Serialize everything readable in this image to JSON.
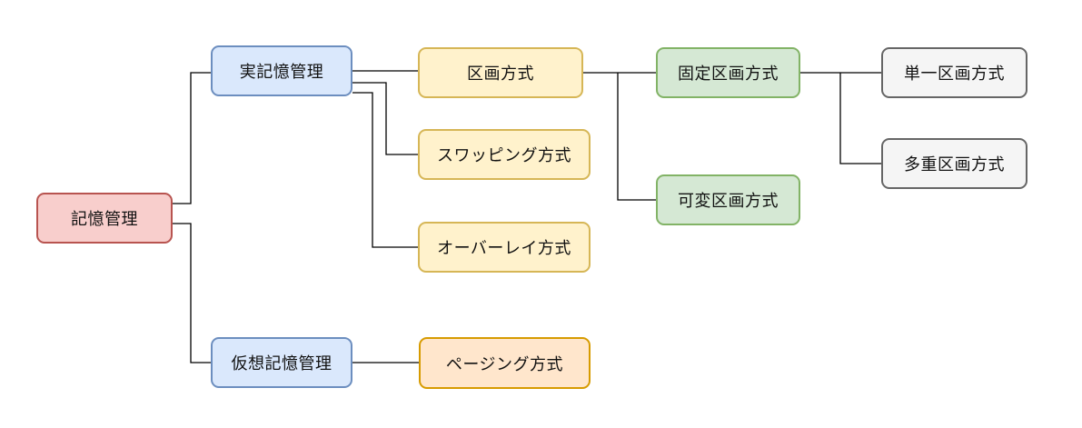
{
  "diagram": {
    "type": "tree-diagram",
    "topic": "記憶管理",
    "nodes": {
      "root": {
        "label": "記憶管理",
        "fill": "#F8CECC",
        "stroke": "#B85450"
      },
      "real": {
        "label": "実記憶管理",
        "fill": "#DAE8FC",
        "stroke": "#6C8EBF"
      },
      "virtual": {
        "label": "仮想記憶管理",
        "fill": "#DAE8FC",
        "stroke": "#6C8EBF"
      },
      "partition": {
        "label": "区画方式",
        "fill": "#FFF2CC",
        "stroke": "#D6B656"
      },
      "swapping": {
        "label": "スワッピング方式",
        "fill": "#FFF2CC",
        "stroke": "#D6B656"
      },
      "overlay": {
        "label": "オーバーレイ方式",
        "fill": "#FFF2CC",
        "stroke": "#D6B656"
      },
      "paging": {
        "label": "ページング方式",
        "fill": "#FFE6CC",
        "stroke": "#D79B00"
      },
      "fixed": {
        "label": "固定区画方式",
        "fill": "#D5E8D4",
        "stroke": "#82B366"
      },
      "variable": {
        "label": "可変区画方式",
        "fill": "#D5E8D4",
        "stroke": "#82B366"
      },
      "single": {
        "label": "単一区画方式",
        "fill": "#F5F5F5",
        "stroke": "#666666"
      },
      "multiple": {
        "label": "多重区画方式",
        "fill": "#F5F5F5",
        "stroke": "#666666"
      }
    },
    "edges": [
      {
        "from": "記憶管理",
        "to": "実記憶管理"
      },
      {
        "from": "記憶管理",
        "to": "仮想記憶管理"
      },
      {
        "from": "実記憶管理",
        "to": "区画方式"
      },
      {
        "from": "実記憶管理",
        "to": "スワッピング方式"
      },
      {
        "from": "実記憶管理",
        "to": "オーバーレイ方式"
      },
      {
        "from": "仮想記憶管理",
        "to": "ページング方式"
      },
      {
        "from": "区画方式",
        "to": "固定区画方式"
      },
      {
        "from": "区画方式",
        "to": "可変区画方式"
      },
      {
        "from": "固定区画方式",
        "to": "単一区画方式"
      },
      {
        "from": "固定区画方式",
        "to": "多重区画方式"
      }
    ],
    "edge_color": "#000000",
    "background": "#FFFFFF"
  },
  "palette": {
    "pink_fill": "#F8CECC",
    "pink_stroke": "#B85450",
    "blue_fill": "#DAE8FC",
    "blue_stroke": "#6C8EBF",
    "yellow_fill": "#FFF2CC",
    "yellow_stroke": "#D6B656",
    "orange_fill": "#FFE6CC",
    "orange_stroke": "#D79B00",
    "green_fill": "#D5E8D4",
    "green_stroke": "#82B366",
    "gray_fill": "#F5F5F5",
    "gray_stroke": "#666666"
  }
}
